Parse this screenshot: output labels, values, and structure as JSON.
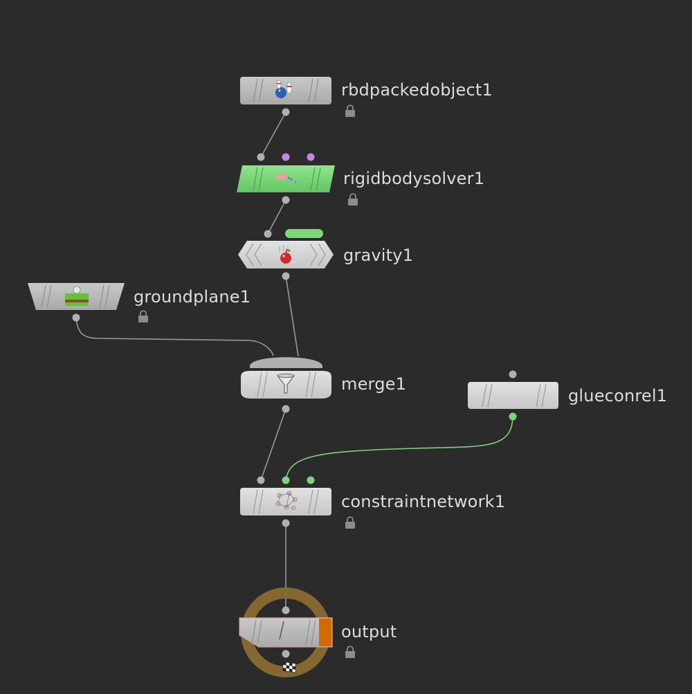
{
  "network": {
    "nodes": [
      {
        "id": "rbdpackedobject1",
        "label": "rbdpackedobject1",
        "locked": true,
        "icon": "bowling-icon"
      },
      {
        "id": "rigidbodysolver1",
        "label": "rigidbodysolver1",
        "locked": true,
        "icon": "solver-icon",
        "flag_color": "#7ad87a"
      },
      {
        "id": "gravity1",
        "label": "gravity1",
        "locked": false,
        "icon": "apple-icon"
      },
      {
        "id": "groundplane1",
        "label": "groundplane1",
        "locked": true,
        "icon": "ground-icon"
      },
      {
        "id": "merge1",
        "label": "merge1",
        "locked": false,
        "icon": "funnel-icon"
      },
      {
        "id": "glueconrel1",
        "label": "glueconrel1",
        "locked": false,
        "icon": ""
      },
      {
        "id": "constraintnetwork1",
        "label": "constraintnetwork1",
        "locked": true,
        "icon": "constraint-icon"
      },
      {
        "id": "output",
        "label": "output",
        "locked": true,
        "icon": "checkered-flag-icon",
        "display_flag": true
      }
    ]
  },
  "colors": {
    "background": "#2b2b2b",
    "node_gray": "#b9b9b9",
    "node_light": "#d2d2d2",
    "solver_green": "#7ad87a",
    "port_gray": "#b0b0b0",
    "port_purple": "#c586e8",
    "port_green": "#7fd37f",
    "wire": "#9a9a9a",
    "wire_green": "#7fd37f",
    "output_ring": "#8a6a33",
    "output_flag": "#d16a00",
    "label": "#dcdcdc"
  }
}
